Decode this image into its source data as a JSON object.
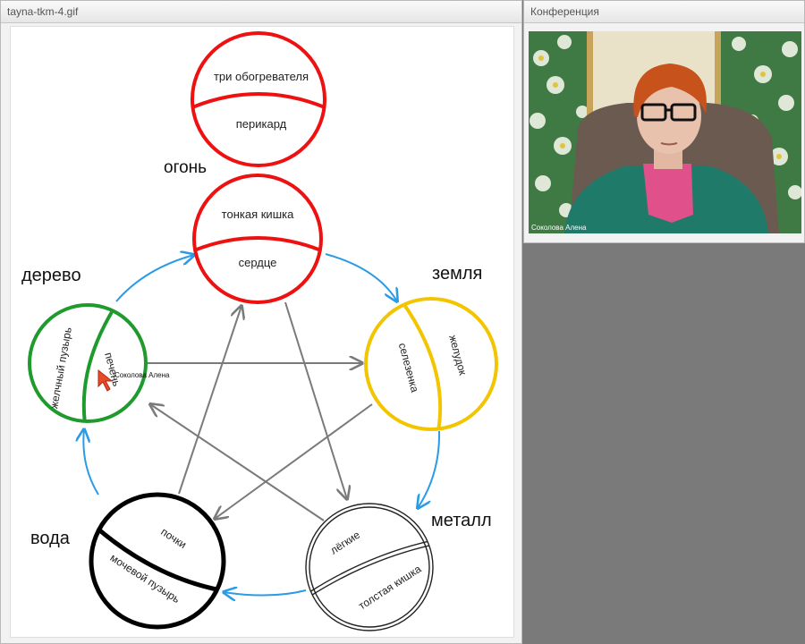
{
  "file_panel": {
    "title": "tayna-tkm-4.gif"
  },
  "conference_panel": {
    "title": "Конференция",
    "participant_name": "Соколова Алена"
  },
  "pointer": {
    "label": "Соколова Алена"
  },
  "diagram": {
    "elements": {
      "fire": "огонь",
      "wood": "дерево",
      "earth": "земля",
      "metal": "металл",
      "water": "вода"
    },
    "organs": {
      "triple_heater": "три обогревателя",
      "pericardium": "перикард",
      "small_intestine": "тонкая кишка",
      "heart": "сердце",
      "gallbladder": "желчный пузырь",
      "liver": "печень",
      "spleen": "селезенка",
      "stomach": "желудок",
      "lungs": "лёгкие",
      "large_intestine": "толстая кишка",
      "kidneys": "почки",
      "bladder": "мочевой пузырь"
    },
    "colors": {
      "fire": "#ee1111",
      "wood": "#1f9a2c",
      "earth": "#f2c500",
      "metal": "#222222",
      "water": "#000000",
      "generating_arrow": "#2a9be6",
      "controlling_arrow": "#7a7a7a"
    }
  }
}
